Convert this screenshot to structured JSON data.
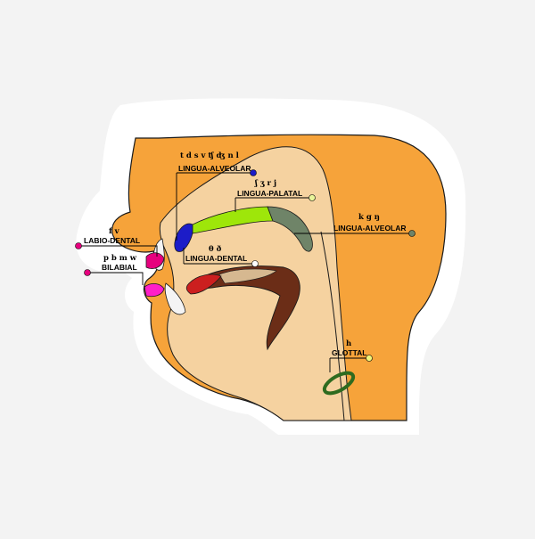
{
  "colors": {
    "background": "#f3f3f3",
    "sticker": "#ffffff",
    "head": "#f6a33a",
    "mouth_cavity": "#f5d2a0",
    "outline": "#1a1a1a",
    "labio_dental": "#e6007e",
    "bilabial": "#ff1fc8",
    "lingua_alveolar_front": "#1c1cc8",
    "lingua_palatal": "#9ee60a",
    "lingua_alveolar_back": "#6f8468",
    "lingua_dental": "#cc1f1f",
    "tongue_body": "#6b2d17",
    "glottal": "#2e6b1f"
  },
  "labels": [
    {
      "id": "lingua-alveolar-front",
      "sounds": "t d s v ʧ ʤ n l",
      "name": "LINGUA-ALVEOLAR",
      "marker_color": "#1c1cc8"
    },
    {
      "id": "lingua-palatal",
      "sounds": "ʃ ʒ r j",
      "name": "LINGUA-PALATAL",
      "marker_color": "#e8f59a"
    },
    {
      "id": "lingua-alveolar-back",
      "sounds": "k g ŋ",
      "name": "LINGUA-ALVEOLAR",
      "marker_color": "#6f8468"
    },
    {
      "id": "labio-dental",
      "sounds": "f v",
      "name": "LABIO-DENTAL",
      "marker_color": "#e6007e"
    },
    {
      "id": "lingua-dental",
      "sounds": "θ ð",
      "name": "LINGUA-DENTAL",
      "marker_color": "#ffffff"
    },
    {
      "id": "bilabial",
      "sounds": "p b m w",
      "name": "BILABIAL",
      "marker_color": "#e6007e"
    },
    {
      "id": "glottal",
      "sounds": "h",
      "name": "GLOTTAL",
      "marker_color": "#f0f57a"
    }
  ]
}
